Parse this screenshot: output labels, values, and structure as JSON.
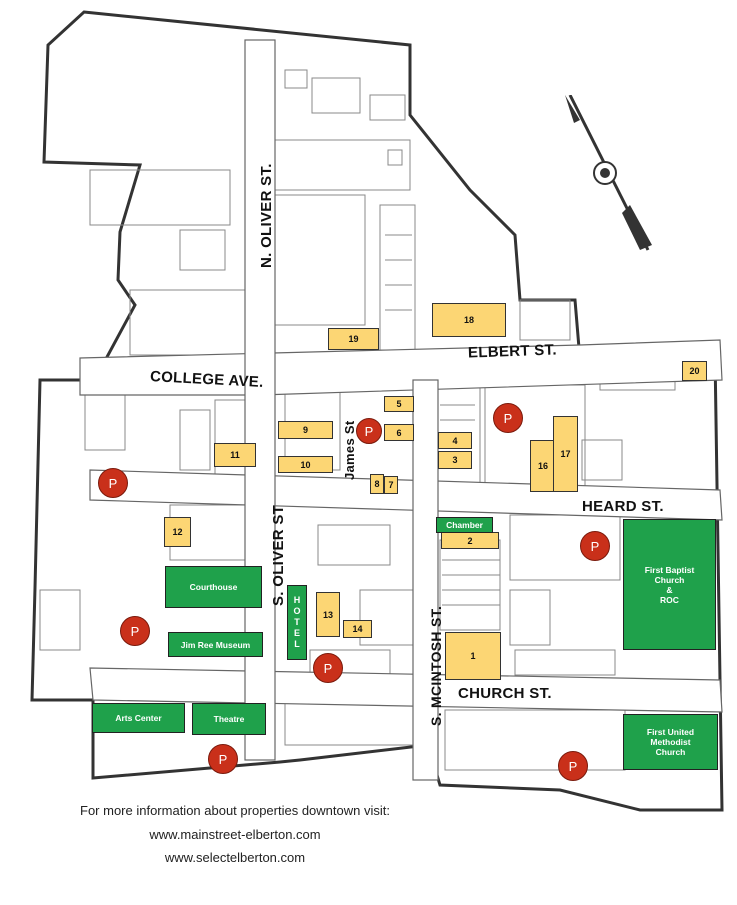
{
  "streets": {
    "n_oliver": "N. OLIVER ST.",
    "s_oliver": "S. OLIVER ST",
    "college": "COLLEGE AVE.",
    "elbert": "ELBERT ST.",
    "heard": "HEARD ST.",
    "church": "CHURCH ST.",
    "mcintosh": "S. MCINTOSH ST.",
    "james": "James St"
  },
  "properties": [
    "1",
    "2",
    "3",
    "4",
    "5",
    "6",
    "7",
    "8",
    "9",
    "10",
    "11",
    "12",
    "13",
    "14",
    "16",
    "17",
    "18",
    "19",
    "20"
  ],
  "landmarks": {
    "courthouse": "Courthouse",
    "museum": "Jim Ree Museum",
    "arts": "Arts Center",
    "theatre": "Theatre",
    "chamber": "Chamber",
    "hotel": "HOTEL",
    "baptist_1": "First Baptist",
    "baptist_2": "Church",
    "baptist_3": "&",
    "baptist_4": "ROC",
    "methodist_1": "First United",
    "methodist_2": "Methodist",
    "methodist_3": "Church"
  },
  "parking_label": "P",
  "footer": {
    "line1": "For more information about properties downtown visit:",
    "line2": "www.mainstreet-elberton.com",
    "line3": "www.selectelberton.com"
  },
  "colors": {
    "property": "#fcd674",
    "landmark": "#1fa14b",
    "parking": "#c9301a"
  },
  "icons": [
    "compass-rose-icon"
  ]
}
